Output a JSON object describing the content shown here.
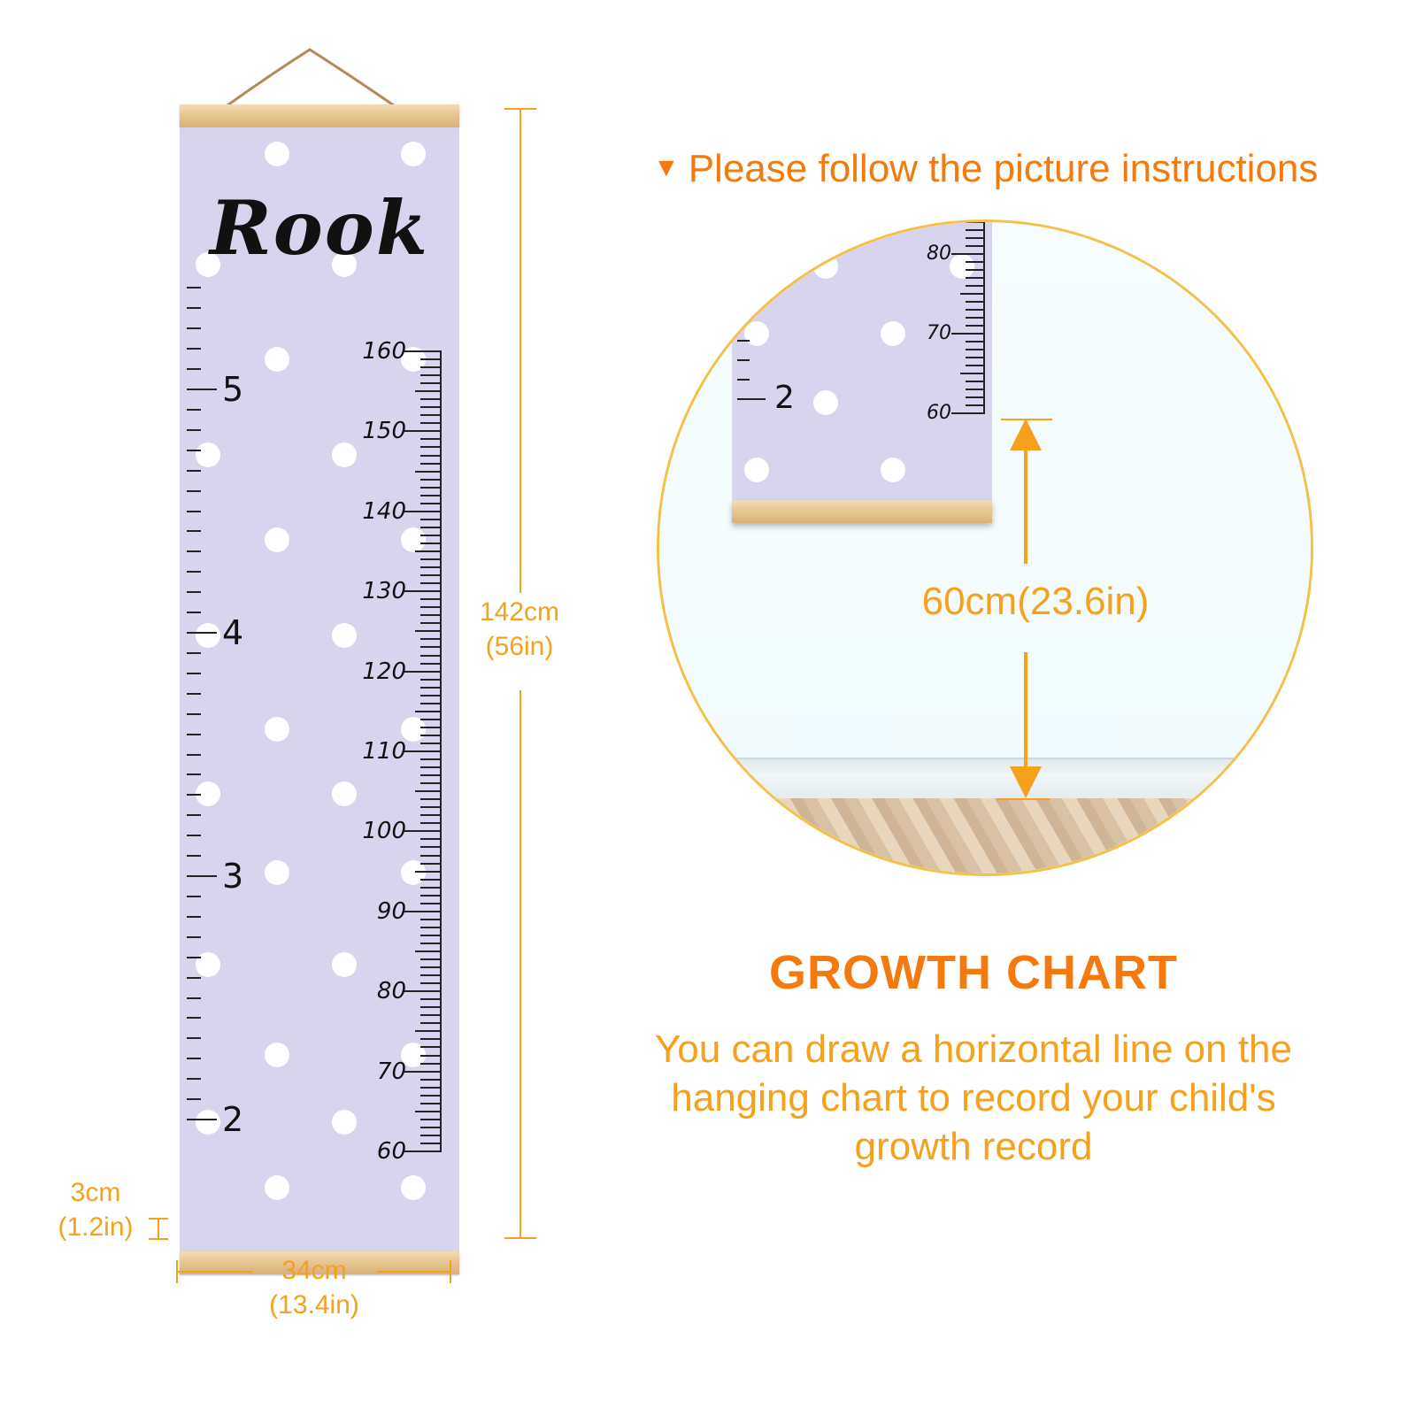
{
  "chart": {
    "name": "Rook",
    "cm_labels": [
      "160",
      "150",
      "140",
      "130",
      "120",
      "110",
      "100",
      "90",
      "80",
      "70",
      "60"
    ],
    "ft_labels": [
      "5",
      "4",
      "3",
      "2"
    ],
    "cm_range": [
      60,
      160
    ],
    "ft_range": [
      2,
      5
    ]
  },
  "dimensions": {
    "height_cm": "142cm",
    "height_in": "(56in)",
    "width_cm": "34cm",
    "width_in": "(13.4in)",
    "rod_cm": "3cm",
    "rod_in": "(1.2in)"
  },
  "instruction": {
    "arrow_glyph": "▼",
    "text": "Please follow the picture instructions"
  },
  "detail": {
    "cm_labels": [
      "80",
      "70",
      "60"
    ],
    "ft_label": "2",
    "distance": "60cm(23.6in)"
  },
  "growth": {
    "title": "GROWTH CHART",
    "body": "You can draw a horizontal line on the hanging chart to record your child's growth record"
  },
  "colors": {
    "orange_text": "#f47a0d",
    "orange_lines": "#f5a11c",
    "canvas": "#d9d4ee",
    "circle_border": "#f5c04a"
  }
}
